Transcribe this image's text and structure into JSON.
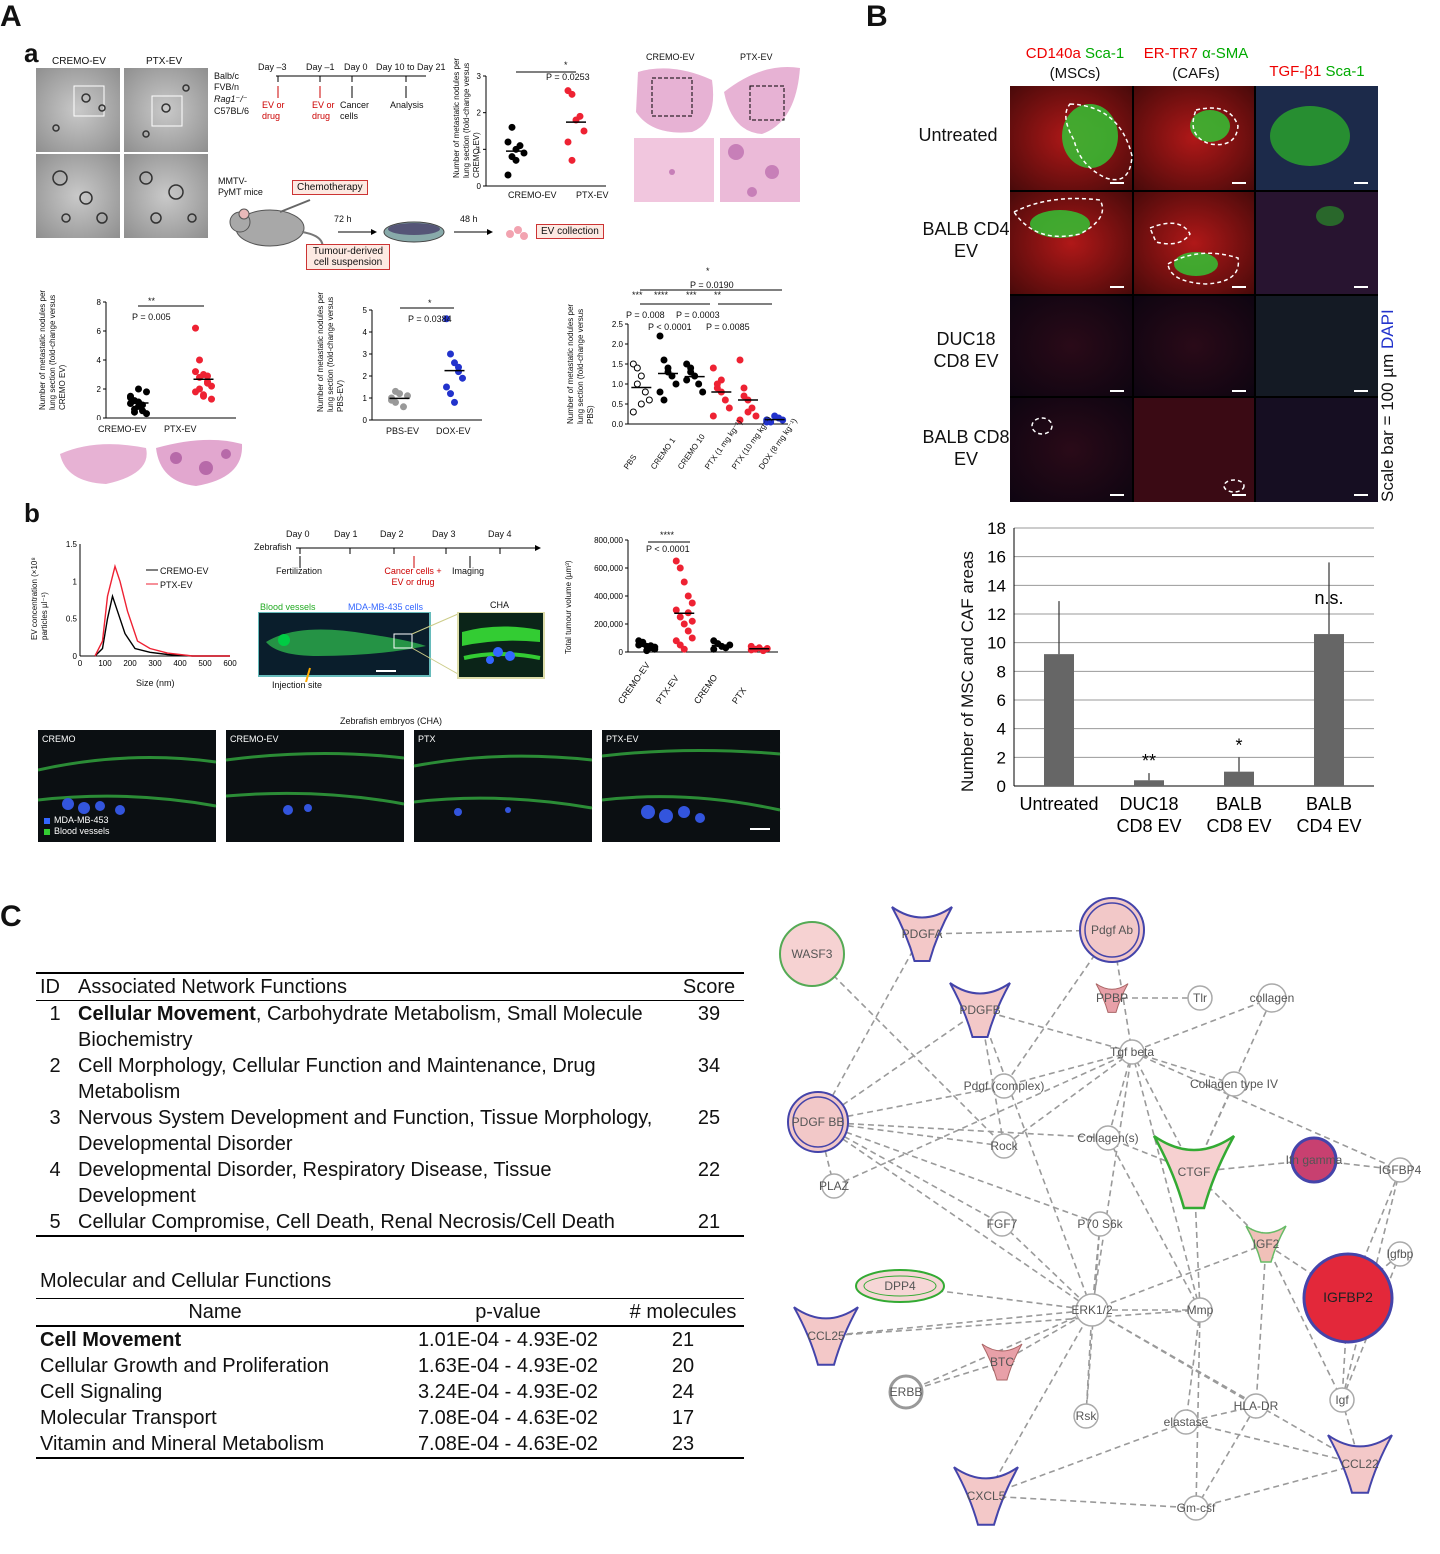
{
  "panel_letters": {
    "A": "A",
    "B": "B",
    "C": "C"
  },
  "sub_letters": {
    "a": "a",
    "b": "b"
  },
  "panelA": {
    "em_labels": [
      "CREMO-EV",
      "PTX-EV"
    ],
    "timeline": {
      "days": [
        "Day –3",
        "Day –1",
        "Day 0",
        "Day 10 to Day 21"
      ],
      "strains": [
        "Balb/c",
        "FVB/n",
        "Rag1⁻/⁻",
        "C57BL/6"
      ],
      "events": [
        "EV or drug",
        "EV or drug",
        "Cancer cells",
        "Analysis"
      ]
    },
    "workflow": {
      "mice": "MMTV-PyMT mice",
      "chemo": "Chemotherapy",
      "t72": "72 h",
      "t48": "48 h",
      "tumour": "Tumour-derived cell suspension",
      "ev": "EV collection"
    },
    "histo_labels": [
      "CREMO-EV",
      "PTX-EV"
    ],
    "plot1": {
      "ylabel": "Number of metastatic nodules per lung section (fold-change versus CREMO-EV)",
      "p": "P = 0.0253",
      "star": "*",
      "cats": [
        "CREMO-EV",
        "PTX-EV"
      ]
    },
    "plot2": {
      "ylabel": "Number of metastatic nodules per lung section (fold-change versus CREMO EV)",
      "p": "P = 0.005",
      "star": "**",
      "cats": [
        "CREMO-EV",
        "PTX-EV"
      ]
    },
    "plot3": {
      "ylabel": "Number of metastatic nodules per lung section (fold-change versus PBS-EV)",
      "p": "P = 0.0384",
      "star": "*",
      "cats": [
        "PBS-EV",
        "DOX-EV"
      ]
    },
    "plot4": {
      "ylabel": "Number of metastatic nodules per lung section (fold-change versus PBS)",
      "cats": [
        "PBS",
        "CREMO 1",
        "CREMO 10",
        "PTX (1 mg kg⁻¹)",
        "PTX (10 mg kg⁻¹)",
        "DOX (8 mg kg⁻¹)"
      ],
      "stats": [
        "*",
        "P = 0.0190",
        "***",
        "****",
        "***",
        "**",
        "P = 0.008",
        "P < 0.0001",
        "P = 0.0003",
        "P = 0.0085"
      ]
    }
  },
  "panelAb": {
    "line_legend": [
      "CREMO-EV",
      "PTX-EV"
    ],
    "line_xlabel": "Size (nm)",
    "line_ylabel": "EV concentration (×10⁸ particles µl⁻¹)",
    "zebra_days": [
      "Day 0",
      "Day 1",
      "Day 2",
      "Day 3",
      "Day 4"
    ],
    "zebra_events": [
      "Fertilization",
      "Cancer cells + EV or drug",
      "Imaging"
    ],
    "zebrafish": "Zebrafish",
    "blood_vessels": "Blood vessels",
    "cells": "MDA-MB-435 cells",
    "cha": "CHA",
    "injection": "Injection site",
    "tumour_plot": {
      "ylabel": "Total tumour volume (µm³)",
      "p": "P < 0.0001",
      "star": "****",
      "cats": [
        "CREMO-EV",
        "PTX-EV",
        "CREMO",
        "PTX"
      ]
    },
    "embryo_title": "Zebrafish embryos (CHA)",
    "embryo_labels": [
      "CREMO",
      "CREMO-EV",
      "PTX",
      "PTX-EV"
    ],
    "embryo_legend": [
      "MDA-MB-453",
      "Blood vessels"
    ]
  },
  "panelB": {
    "col_headers": [
      {
        "red": "CD140a",
        "green": "Sca-1",
        "sub": "(MSCs)"
      },
      {
        "red": "ER-TR7",
        "green": "α-SMA",
        "sub": "(CAFs)"
      },
      {
        "red": "TGF-β1",
        "green": "Sca-1",
        "sub": ""
      }
    ],
    "row_labels": [
      "Untreated",
      "BALB CD4 EV",
      "DUC18 CD8 EV",
      "BALB CD8 EV"
    ],
    "scale_bar": "Scale bar = 100 µm",
    "dapi": "DAPI"
  },
  "chart_data": {
    "type": "bar",
    "categories": [
      "Untreated",
      "DUC18 CD8 EV",
      "BALB CD8 EV",
      "BALB CD4 EV"
    ],
    "values": [
      9.2,
      0.4,
      1.0,
      10.6
    ],
    "errors": [
      3.7,
      0.5,
      1.0,
      5.0
    ],
    "annotations": [
      "",
      "**",
      "*",
      "n.s."
    ],
    "ylabel": "Number of MSC and CAF areas",
    "ylim": [
      0,
      18
    ],
    "yticks": [
      0,
      2,
      4,
      6,
      8,
      10,
      12,
      14,
      16,
      18
    ],
    "grid": true
  },
  "panelC": {
    "table1": {
      "headers": [
        "ID",
        "Associated Network Functions",
        "Score"
      ],
      "rows": [
        {
          "id": "1",
          "bold": "Cellular Movement",
          "text": ", Carbohydrate Metabolism, Small Molecule Biochemistry",
          "score": "39"
        },
        {
          "id": "2",
          "bold": "",
          "text": "Cell Morphology, Cellular Function and Maintenance, Drug Metabolism",
          "score": "34"
        },
        {
          "id": "3",
          "bold": "",
          "text": "Nervous System Development and Function, Tissue Morphology, Developmental Disorder",
          "score": "25"
        },
        {
          "id": "4",
          "bold": "",
          "text": "Developmental Disorder, Respiratory Disease, Tissue Development",
          "score": "22"
        },
        {
          "id": "5",
          "bold": "",
          "text": "Cellular Compromise, Cell Death, Renal Necrosis/Cell Death",
          "score": "21"
        }
      ]
    },
    "table2": {
      "title": "Molecular and Cellular Functions",
      "headers": [
        "Name",
        "p-value",
        "# molecules"
      ],
      "rows": [
        {
          "name": "Cell Movement",
          "p": "1.01E-04 - 4.93E-02",
          "n": "21",
          "bold": true
        },
        {
          "name": "Cellular Growth and Proliferation",
          "p": "1.63E-04 - 4.93E-02",
          "n": "20",
          "bold": false
        },
        {
          "name": "Cell Signaling",
          "p": "3.24E-04 - 4.93E-02",
          "n": "24",
          "bold": false
        },
        {
          "name": "Molecular Transport",
          "p": "7.08E-04 - 4.63E-02",
          "n": "17",
          "bold": false
        },
        {
          "name": "Vitamin and Mineral Metabolism",
          "p": "7.08E-04 - 4.63E-02",
          "n": "23",
          "bold": false
        }
      ]
    },
    "network_nodes": [
      "WASF3",
      "PDGFA",
      "Pdgf Ab",
      "PPBP",
      "Tlr",
      "collagen",
      "PDGFB",
      "Tgf beta",
      "Pdgf (complex)",
      "Collagen type IV",
      "PDGF BB",
      "Rock",
      "Collagen(s)",
      "CTGF",
      "Ifn gamma",
      "IGFBP4",
      "PLAZ",
      "FGF7",
      "P70 S6k",
      "IGF2",
      "Igfbp",
      "DPP4",
      "IGFBP2",
      "CCL25",
      "ERK1/2",
      "Mmp",
      "BTC",
      "ERBB",
      "Rsk",
      "elastase",
      "HLA-DR",
      "Igf",
      "CCL22",
      "CXCL5",
      "Gm-csf"
    ]
  }
}
